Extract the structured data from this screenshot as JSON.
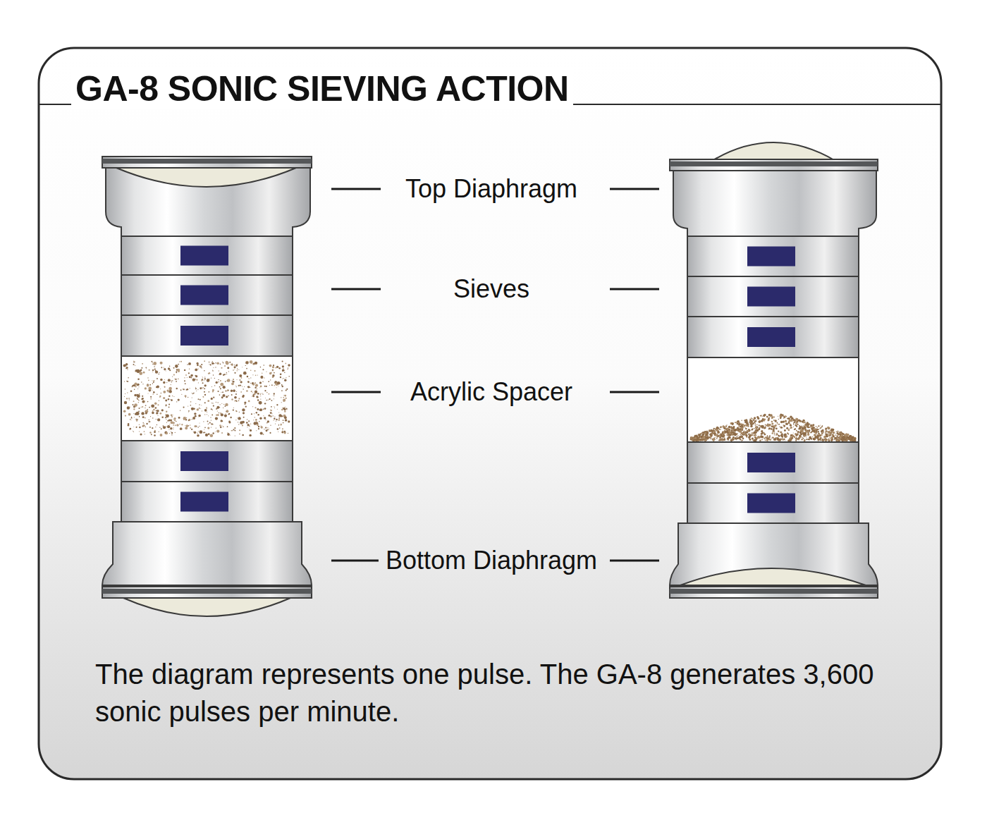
{
  "diagram": {
    "title": "GA-8 SONIC SIEVING ACTION",
    "caption": "The diagram represents one pulse. The GA-8 generates 3,600 sonic pulses per minute.",
    "labels": [
      "Top Diaphragm",
      "Sieves",
      "Acrylic Spacer",
      "Bottom Diaphragm"
    ]
  }
}
